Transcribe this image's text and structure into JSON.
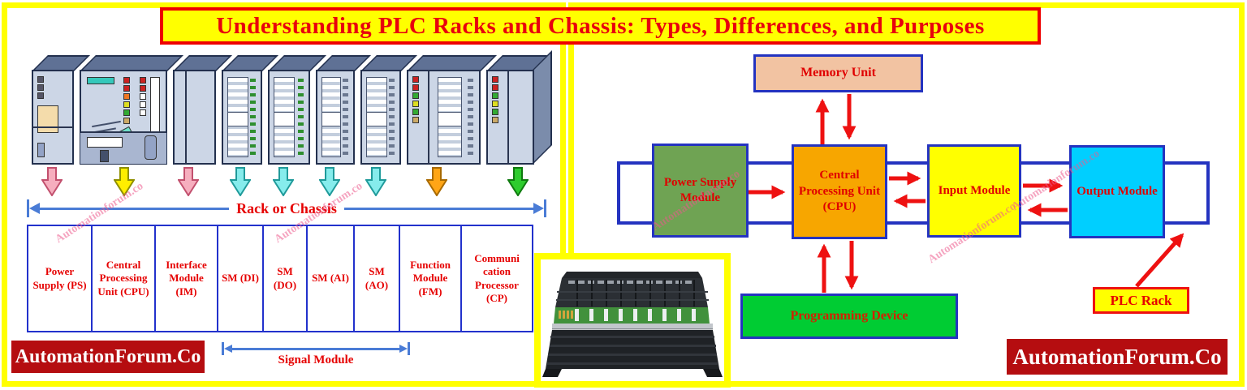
{
  "title": "Understanding PLC Racks and Chassis: Types, Differences, and Purposes",
  "watermark": "Automationforum.co",
  "colors": {
    "panel_border": "#ffff00",
    "title_bg": "#ffff00",
    "title_text": "#e8000d",
    "table_border_blue": "#2231cc",
    "dimension_arrow_blue": "#4a7cd6",
    "brand_bg": "#b50d10",
    "diagram_arrow_red": "#ee1111",
    "block_border_blue": "#2433c0"
  },
  "left_panel": {
    "rack_or_chassis_label": "Rack or Chassis",
    "signal_module_label": "Signal Module",
    "brand": "AutomationForum.Co",
    "modules": [
      {
        "label": "Power Supply (PS)",
        "arrow_color": "pink",
        "arrow_hex": "#f6aebe"
      },
      {
        "label": "Central Processing Unit (CPU)",
        "arrow_color": "yellow",
        "arrow_hex": "#ffee00"
      },
      {
        "label": "Interface Module (IM)",
        "arrow_color": "pink",
        "arrow_hex": "#f6aebe"
      },
      {
        "label": "SM (DI)",
        "arrow_color": "cyan",
        "arrow_hex": "#86ecec"
      },
      {
        "label": "SM (DO)",
        "arrow_color": "cyan",
        "arrow_hex": "#86ecec"
      },
      {
        "label": "SM (AI)",
        "arrow_color": "cyan",
        "arrow_hex": "#86ecec"
      },
      {
        "label": "SM (AO)",
        "arrow_color": "cyan",
        "arrow_hex": "#86ecec"
      },
      {
        "label": "Function Module (FM)",
        "arrow_color": "orange",
        "arrow_hex": "#ffa516"
      },
      {
        "label": "Communi cation Processor (CP)",
        "arrow_color": "green",
        "arrow_hex": "#2ecc2e"
      }
    ]
  },
  "right_panel": {
    "blocks": {
      "memory": {
        "label": "Memory Unit",
        "fill": "#f2c3a2"
      },
      "power_supply": {
        "label": "Power Supply Module",
        "fill": "#6fa353"
      },
      "cpu": {
        "label": "Central Processing Unit (CPU)",
        "fill": "#f7a600"
      },
      "input": {
        "label": "Input Module",
        "fill": "#ffff00"
      },
      "output": {
        "label": "Output Module",
        "fill": "#00cfff"
      },
      "programming": {
        "label": "Programming Device",
        "fill": "#00cc33"
      },
      "plc_rack": {
        "label": "PLC Rack",
        "fill": "#ffff00"
      }
    },
    "connections": [
      {
        "from": "Central Processing Unit (CPU)",
        "to": "Memory Unit"
      },
      {
        "from": "Memory Unit",
        "to": "Central Processing Unit (CPU)"
      },
      {
        "from": "Power Supply Module",
        "to": "Central Processing Unit (CPU)"
      },
      {
        "from": "Central Processing Unit (CPU)",
        "to": "Input Module"
      },
      {
        "from": "Input Module",
        "to": "Central Processing Unit (CPU)"
      },
      {
        "from": "Input Module",
        "to": "Output Module"
      },
      {
        "from": "Output Module",
        "to": "Input Module"
      },
      {
        "from": "Programming Device",
        "to": "Central Processing Unit (CPU)"
      },
      {
        "from": "Central Processing Unit (CPU)",
        "to": "Programming Device"
      },
      {
        "from": "PLC Rack",
        "to": "rack outline"
      }
    ],
    "brand": "AutomationForum.Co"
  }
}
